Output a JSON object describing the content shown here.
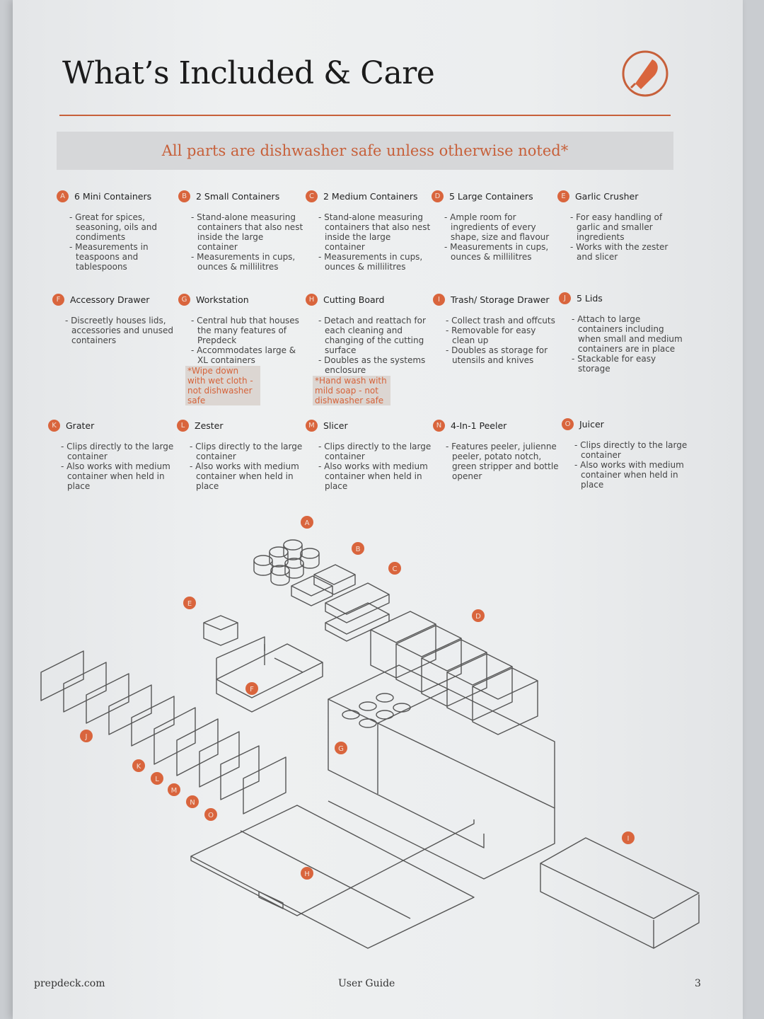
{
  "page": {
    "title": "What’s Included & Care",
    "banner": "All parts are dishwasher safe unless otherwise noted*",
    "logo_icon": "knife-circle-icon",
    "accent_color": "#d9653d"
  },
  "items": [
    {
      "letter": "A",
      "title": "6 Mini Containers",
      "bullets": [
        "Great for spices, seasoning, oils and condiments",
        "Measurements in teaspoons and tablespoons"
      ],
      "note": ""
    },
    {
      "letter": "B",
      "title": "2 Small Containers",
      "bullets": [
        "Stand-alone measuring containers that also nest inside the large container",
        "Measurements in cups, ounces & millilitres"
      ],
      "note": ""
    },
    {
      "letter": "C",
      "title": "2 Medium Containers",
      "bullets": [
        "Stand-alone measuring containers that also nest inside the large container",
        "Measurements in cups, ounces & millilitres"
      ],
      "note": ""
    },
    {
      "letter": "D",
      "title": "5 Large Containers",
      "bullets": [
        "Ample room for ingredients of every shape, size and flavour",
        "Measurements in cups, ounces & millilitres"
      ],
      "note": ""
    },
    {
      "letter": "E",
      "title": "Garlic Crusher",
      "bullets": [
        "For easy handling of garlic and smaller ingredients",
        "Works with the zester and slicer"
      ],
      "note": ""
    },
    {
      "letter": "F",
      "title": "Accessory Drawer",
      "bullets": [
        "Discreetly houses lids, accessories and unused containers"
      ],
      "note": ""
    },
    {
      "letter": "G",
      "title": "Workstation",
      "bullets": [
        "Central hub that houses the many features of Prepdeck",
        "Accommodates large & XL containers"
      ],
      "note": "*Wipe down with wet cloth - not dishwasher safe"
    },
    {
      "letter": "H",
      "title": "Cutting Board",
      "bullets": [
        "Detach and reattach for each cleaning and changing of the cutting surface",
        "Doubles as the systems enclosure"
      ],
      "note": "*Hand wash with mild soap - not dishwasher safe"
    },
    {
      "letter": "I",
      "title": "Trash/ Storage Drawer",
      "bullets": [
        "Collect trash and offcuts",
        "Removable for easy clean up",
        "Doubles as storage for utensils and knives"
      ],
      "note": ""
    },
    {
      "letter": "J",
      "title": "5 Lids",
      "bullets": [
        "Attach to large containers including when small and medium containers are in place",
        "Stackable for easy storage"
      ],
      "note": ""
    },
    {
      "letter": "K",
      "title": "Grater",
      "bullets": [
        "Clips directly to the large container",
        "Also works with medium container when held in place"
      ],
      "note": ""
    },
    {
      "letter": "L",
      "title": "Zester",
      "bullets": [
        "Clips directly to the large container",
        "Also works with medium container when held in place"
      ],
      "note": ""
    },
    {
      "letter": "M",
      "title": "Slicer",
      "bullets": [
        "Clips directly to the large container",
        "Also works with medium container when held in place"
      ],
      "note": ""
    },
    {
      "letter": "N",
      "title": "4-In-1 Peeler",
      "bullets": [
        "Features peeler, julienne peeler, potato notch, green stripper and bottle opener"
      ],
      "note": ""
    },
    {
      "letter": "O",
      "title": "Juicer",
      "bullets": [
        "Clips directly to the large container",
        "Also works with medium container when held in place"
      ],
      "note": ""
    }
  ],
  "footer": {
    "website": "prepdeck.com",
    "guide": "User Guide",
    "page_number": "3"
  }
}
